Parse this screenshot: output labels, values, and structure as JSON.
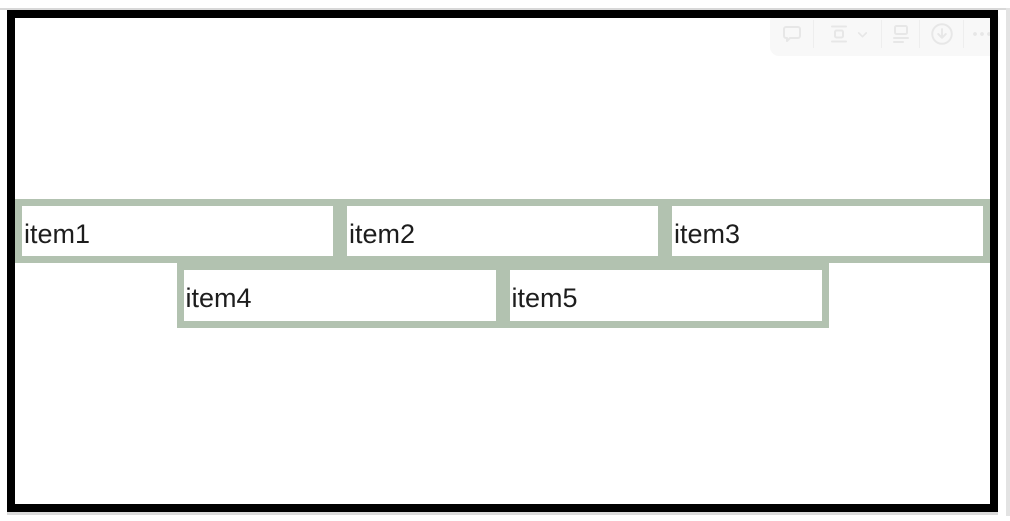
{
  "items": [
    {
      "label": "item1"
    },
    {
      "label": "item2"
    },
    {
      "label": "item3"
    },
    {
      "label": "item4"
    },
    {
      "label": "item5"
    }
  ],
  "rows": {
    "row1_item_count": 3,
    "row2_item_count": 2
  },
  "toolbar": {
    "buttons": [
      {
        "name": "comment"
      },
      {
        "name": "fit-to-width"
      },
      {
        "name": "image-caption"
      },
      {
        "name": "download"
      },
      {
        "name": "more-options"
      }
    ]
  },
  "colors": {
    "frame": "#000000",
    "item_border": "#b2c2b0",
    "item_background": "#ffffff",
    "item_text": "#1d1d1d",
    "toolbar_background": "#f8f8f8",
    "toolbar_icon": "#e7e7e7",
    "page_background": "#ffffff"
  }
}
